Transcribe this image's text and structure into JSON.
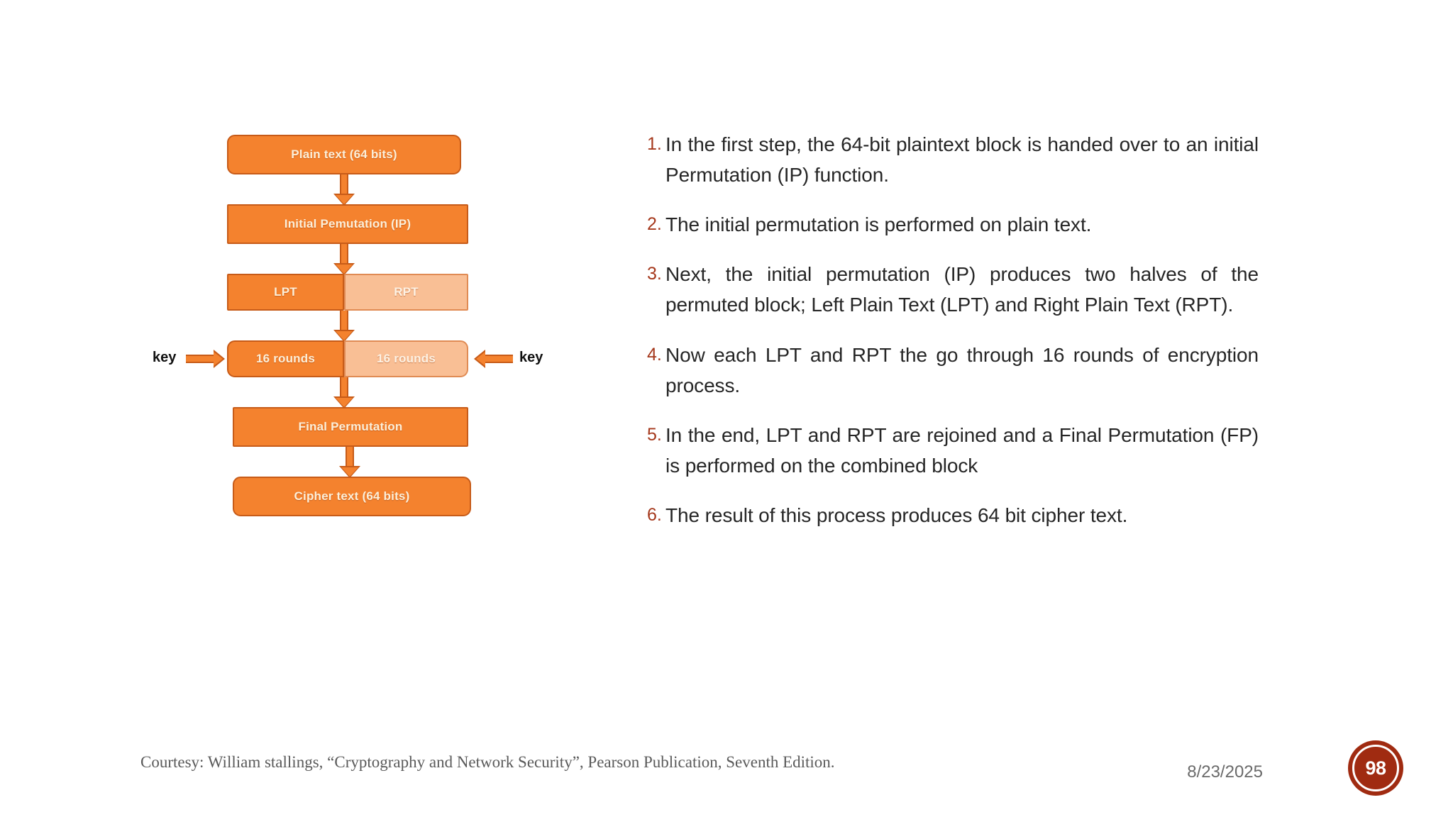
{
  "slide": {
    "background": "#FFFFFF"
  },
  "diagram": {
    "title": "DES encryption flow",
    "colors": {
      "box_fill": "#F4822E",
      "box_fill_light": "#F9BF95",
      "box_border": "#C75B18",
      "box_text": "#FCEFD9"
    },
    "boxes": {
      "plain_text": "Plain text (64 bits)",
      "initial_permutation": "Initial Pemutation (IP)",
      "lpt": "LPT",
      "rpt": "RPT",
      "rounds_left": "16 rounds",
      "rounds_right": "16 rounds",
      "final_permutation": "Final Permutation",
      "cipher_text": "Cipher text (64 bits)"
    },
    "labels": {
      "key_left": "key",
      "key_right": "key"
    }
  },
  "steps": [
    {
      "num": "1.",
      "text": "In the first step, the 64-bit plaintext block is handed over to an initial Permutation (IP) function."
    },
    {
      "num": "2.",
      "text": "The initial permutation is performed on plain text."
    },
    {
      "num": "3.",
      "text": "Next, the initial permutation (IP) produces two halves of the permuted block; Left Plain Text (LPT) and Right Plain Text (RPT)."
    },
    {
      "num": "4.",
      "text": "Now each LPT and RPT the go through 16 rounds of encryption process."
    },
    {
      "num": "5.",
      "text": "In the end, LPT and RPT are rejoined and a Final Permutation (FP) is performed on the combined block"
    },
    {
      "num": "6.",
      "text": "The result of this process produces 64 bit cipher text."
    }
  ],
  "footer": {
    "courtesy": "Courtesy: William stallings, “Cryptography and Network Security”, Pearson Publication, Seventh Edition.",
    "date": "8/23/2025",
    "page_number": "98",
    "badge_color": "#A02B11",
    "accent_color": "#A5381C"
  }
}
